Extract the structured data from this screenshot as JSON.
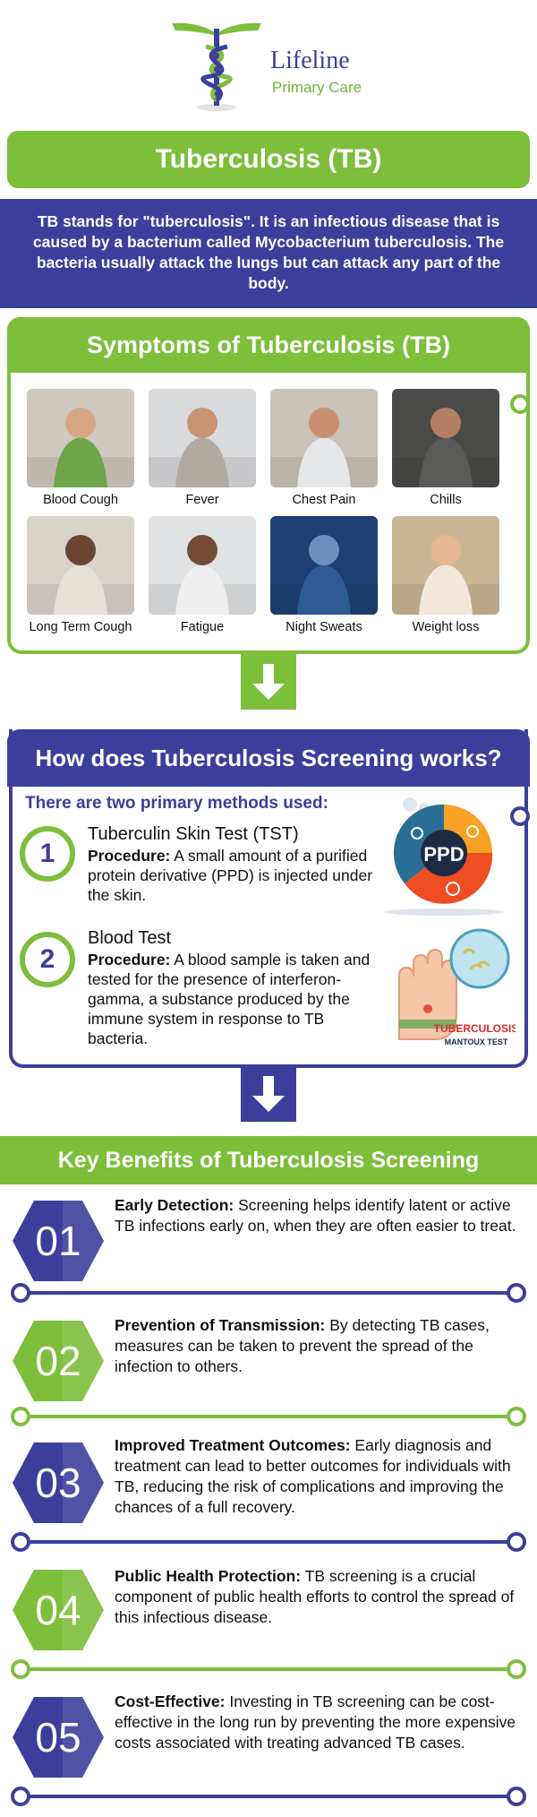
{
  "brand": {
    "name": "Lifeline",
    "tagline": "Primary Care",
    "colors": {
      "green": "#7dbe3b",
      "blue": "#3b3f9b"
    }
  },
  "title": "Tuberculosis (TB)",
  "intro": "TB stands for \"tuberculosis\". It is an infectious disease that is caused by a bacterium called Mycobacterium tuberculosis. The bacteria usually attack the lungs but can attack any part of the body.",
  "symptoms": {
    "heading": "Symptoms of Tuberculosis (TB)",
    "items": [
      {
        "label": "Blood Cough",
        "icon": "photo-woman-coughing"
      },
      {
        "label": "Fever",
        "icon": "photo-man-forehead"
      },
      {
        "label": "Chest Pain",
        "icon": "photo-man-chest"
      },
      {
        "label": "Chills",
        "icon": "photo-woman-blanket"
      },
      {
        "label": "Long Term Cough",
        "icon": "photo-woman-tissue"
      },
      {
        "label": "Fatigue",
        "icon": "photo-woman-tired"
      },
      {
        "label": "Night Sweats",
        "icon": "photo-man-bed"
      },
      {
        "label": "Weight loss",
        "icon": "photo-waist-tape"
      }
    ]
  },
  "screening": {
    "heading": "How does Tuberculosis Screening works?",
    "intro": "There are two primary methods used:",
    "methods": [
      {
        "number": "1",
        "title": "Tuberculin Skin Test (TST)",
        "procedure_label": "Procedure:",
        "procedure": "A small amount of a purified protein derivative (PPD) is injected under the skin."
      },
      {
        "number": "2",
        "title": "Blood Test",
        "procedure_label": "Procedure:",
        "procedure": "A blood sample is taken and tested for the presence of interferon-gamma, a substance produced by the immune system in response to TB bacteria."
      }
    ],
    "ppd_label": "PPD",
    "mantoux_title": "TUBERCULOSIS",
    "mantoux_sub": "MANTOUX TEST"
  },
  "benefits": {
    "heading": "Key Benefits of Tuberculosis Screening",
    "items": [
      {
        "number": "01",
        "title": "Early Detection:",
        "text": "Screening helps identify latent or active TB infections early on, when they are often easier to treat."
      },
      {
        "number": "02",
        "title": "Prevention of Transmission:",
        "text": "By detecting TB cases, measures can be taken to prevent the spread of the infection to others."
      },
      {
        "number": "03",
        "title": "Improved Treatment Outcomes:",
        "text": "Early diagnosis and treatment can lead to better outcomes for individuals with TB, reducing the risk of complications and improving the chances of a full recovery."
      },
      {
        "number": "04",
        "title": "Public Health Protection:",
        "text": "TB screening is a crucial component of public health efforts to control the spread of this infectious disease."
      },
      {
        "number": "05",
        "title": "Cost-Effective:",
        "text": "Investing in TB screening can be cost-effective in the long run by preventing the more expensive costs associated with treating advanced TB cases."
      }
    ]
  }
}
